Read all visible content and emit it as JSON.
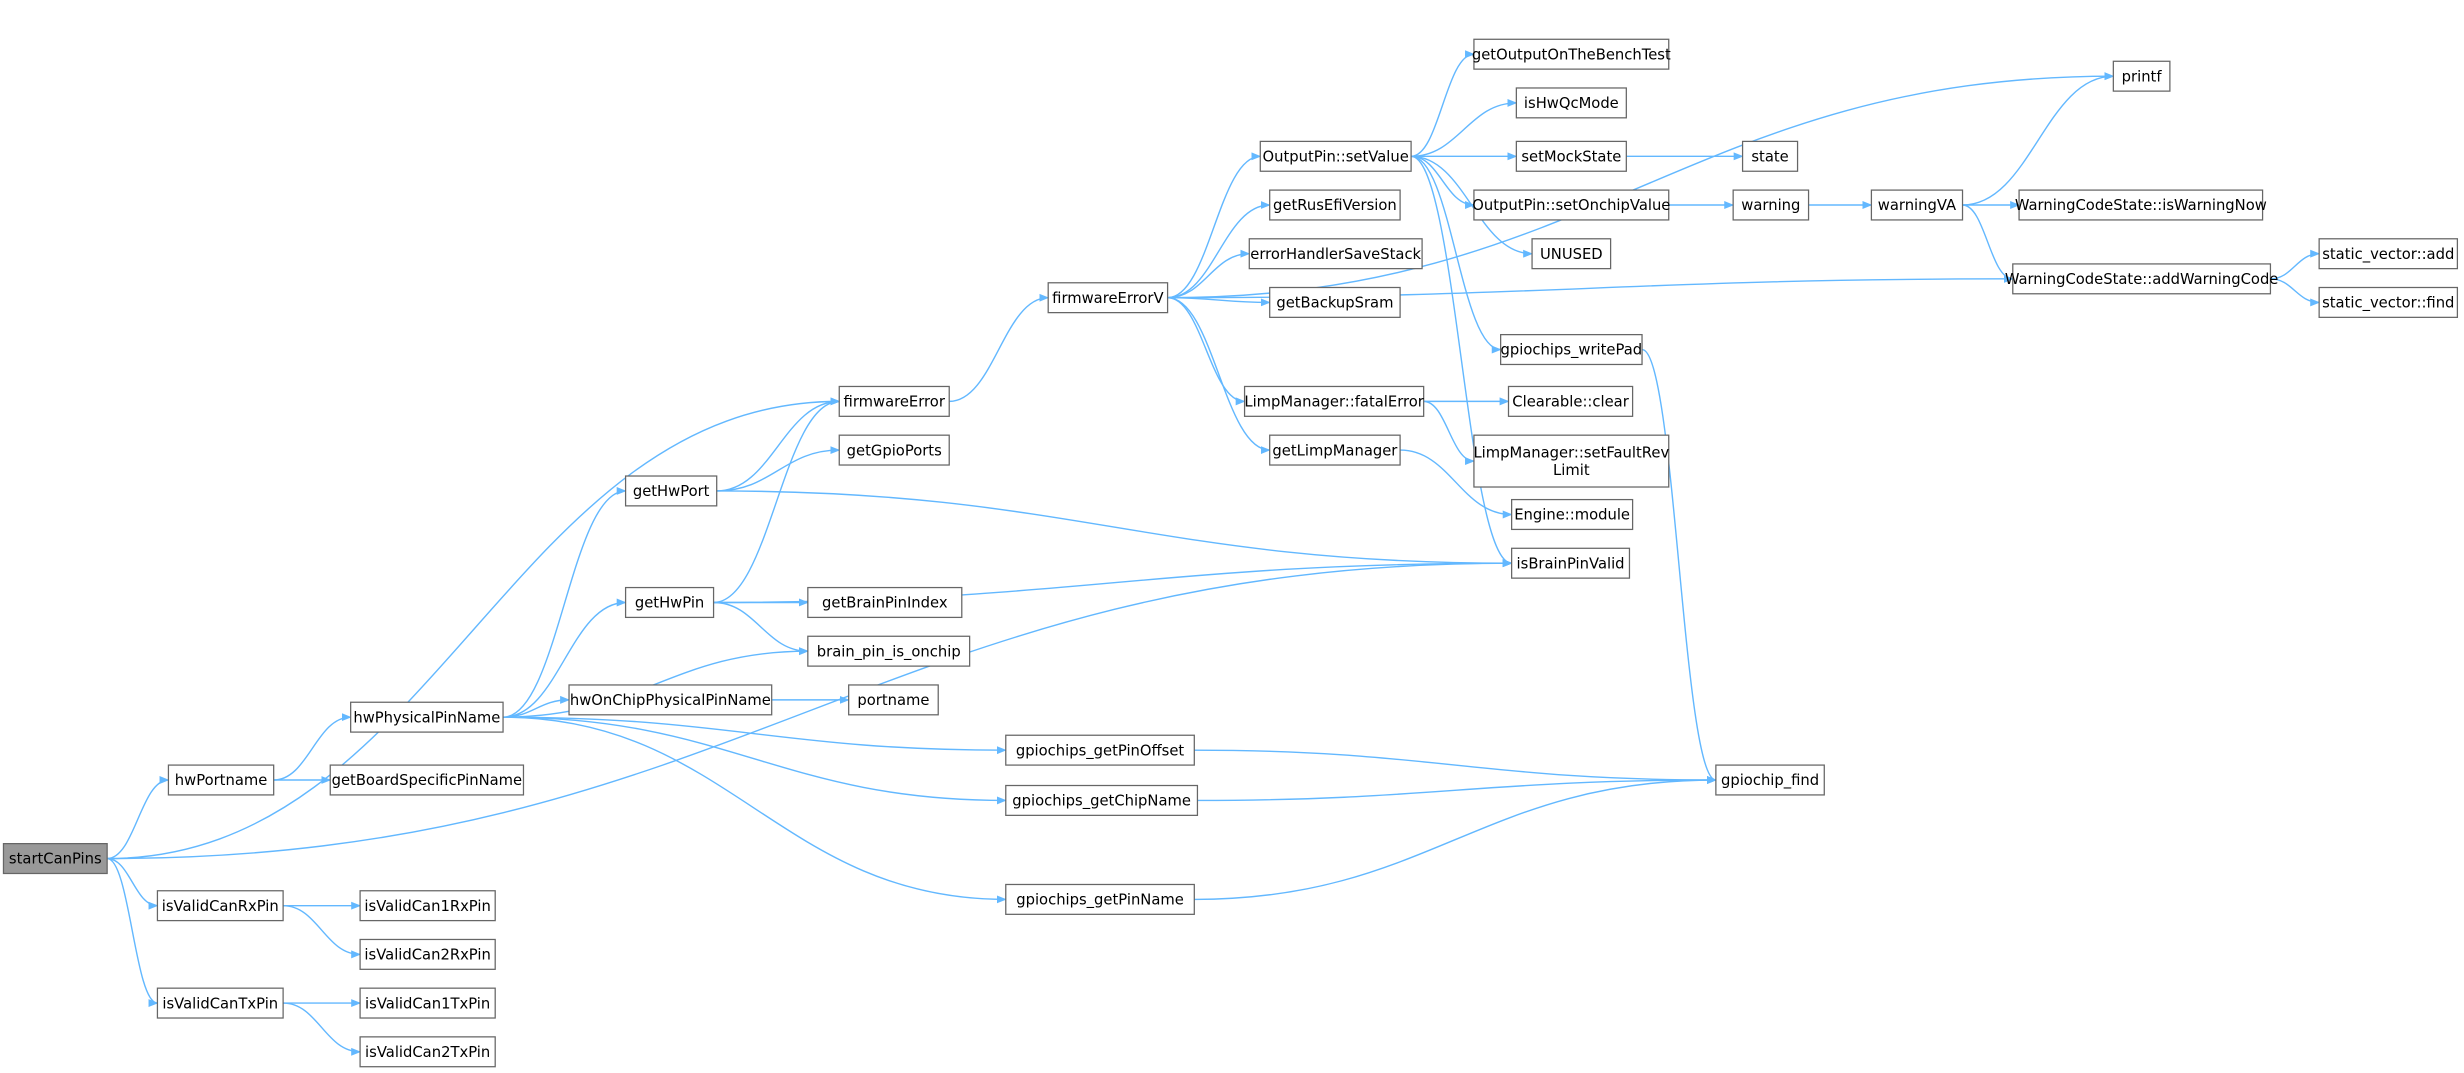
{
  "graph": {
    "root": "startCanPins",
    "nodes": [
      {
        "id": "startCanPins",
        "label": "startCanPins"
      },
      {
        "id": "hwPortname",
        "label": "hwPortname"
      },
      {
        "id": "getBoardSpecificPinName",
        "label": "getBoardSpecificPinName"
      },
      {
        "id": "hwPhysicalPinName",
        "label": "hwPhysicalPinName"
      },
      {
        "id": "isValidCanRxPin",
        "label": "isValidCanRxPin"
      },
      {
        "id": "isValidCan1RxPin",
        "label": "isValidCan1RxPin"
      },
      {
        "id": "isValidCan2RxPin",
        "label": "isValidCan2RxPin"
      },
      {
        "id": "isValidCanTxPin",
        "label": "isValidCanTxPin"
      },
      {
        "id": "isValidCan1TxPin",
        "label": "isValidCan1TxPin"
      },
      {
        "id": "isValidCan2TxPin",
        "label": "isValidCan2TxPin"
      },
      {
        "id": "getHwPort",
        "label": "getHwPort"
      },
      {
        "id": "getHwPin",
        "label": "getHwPin"
      },
      {
        "id": "firmwareError",
        "label": "firmwareError"
      },
      {
        "id": "getGpioPorts",
        "label": "getGpioPorts"
      },
      {
        "id": "getBrainPinIndex",
        "label": "getBrainPinIndex"
      },
      {
        "id": "brain_pin_is_onchip",
        "label": "brain_pin_is_onchip"
      },
      {
        "id": "hwOnChipPhysicalPinName",
        "label": "hwOnChipPhysicalPinName"
      },
      {
        "id": "portname",
        "label": "portname"
      },
      {
        "id": "gpiochips_getPinOffset",
        "label": "gpiochips_getPinOffset"
      },
      {
        "id": "gpiochips_getChipName",
        "label": "gpiochips_getChipName"
      },
      {
        "id": "gpiochips_getPinName",
        "label": "gpiochips_getPinName"
      },
      {
        "id": "firmwareErrorV",
        "label": "firmwareErrorV"
      },
      {
        "id": "OutputPin::setValue",
        "label": "OutputPin::setValue"
      },
      {
        "id": "getRusEfiVersion",
        "label": "getRusEfiVersion"
      },
      {
        "id": "errorHandlerSaveStack",
        "label": "errorHandlerSaveStack"
      },
      {
        "id": "getBackupSram",
        "label": "getBackupSram"
      },
      {
        "id": "LimpManager::fatalError",
        "label": "LimpManager::fatalError"
      },
      {
        "id": "getLimpManager",
        "label": "getLimpManager"
      },
      {
        "id": "getOutputOnTheBenchTest",
        "label": "getOutputOnTheBenchTest"
      },
      {
        "id": "isHwQcMode",
        "label": "isHwQcMode"
      },
      {
        "id": "setMockState",
        "label": "setMockState"
      },
      {
        "id": "state",
        "label": "state"
      },
      {
        "id": "OutputPin::setOnchipValue",
        "label": "OutputPin::setOnchipValue"
      },
      {
        "id": "warning",
        "label": "warning"
      },
      {
        "id": "warningVA",
        "label": "warningVA"
      },
      {
        "id": "WarningCodeState::isWarningNow",
        "label": "WarningCodeState::isWarningNow"
      },
      {
        "id": "UNUSED",
        "label": "UNUSED"
      },
      {
        "id": "WarningCodeState::addWarningCode",
        "label": "WarningCodeState::addWarningCode"
      },
      {
        "id": "static_vector::add",
        "label": "static_vector::add"
      },
      {
        "id": "static_vector::find",
        "label": "static_vector::find"
      },
      {
        "id": "printf",
        "label": "printf"
      },
      {
        "id": "gpiochips_writePad",
        "label": "gpiochips_writePad"
      },
      {
        "id": "Clearable::clear",
        "label": "Clearable::clear"
      },
      {
        "id": "LimpManager::setFaultRevLimit",
        "label": "LimpManager::setFaultRev\nLimit"
      },
      {
        "id": "Engine::module",
        "label": "Engine::module"
      },
      {
        "id": "isBrainPinValid",
        "label": "isBrainPinValid"
      },
      {
        "id": "gpiochip_find",
        "label": "gpiochip_find"
      }
    ],
    "edges": [
      [
        "startCanPins",
        "firmwareError"
      ],
      [
        "startCanPins",
        "hwPortname"
      ],
      [
        "startCanPins",
        "isBrainPinValid"
      ],
      [
        "startCanPins",
        "isValidCanRxPin"
      ],
      [
        "startCanPins",
        "isValidCanTxPin"
      ],
      [
        "hwPortname",
        "hwPhysicalPinName"
      ],
      [
        "hwPortname",
        "getBoardSpecificPinName"
      ],
      [
        "hwPhysicalPinName",
        "getHwPort"
      ],
      [
        "hwPhysicalPinName",
        "getHwPin"
      ],
      [
        "hwPhysicalPinName",
        "brain_pin_is_onchip"
      ],
      [
        "hwPhysicalPinName",
        "hwOnChipPhysicalPinName"
      ],
      [
        "hwPhysicalPinName",
        "gpiochips_getPinOffset"
      ],
      [
        "hwPhysicalPinName",
        "gpiochips_getChipName"
      ],
      [
        "hwPhysicalPinName",
        "gpiochips_getPinName"
      ],
      [
        "isValidCanRxPin",
        "isValidCan1RxPin"
      ],
      [
        "isValidCanRxPin",
        "isValidCan2RxPin"
      ],
      [
        "isValidCanTxPin",
        "isValidCan1TxPin"
      ],
      [
        "isValidCanTxPin",
        "isValidCan2TxPin"
      ],
      [
        "getHwPort",
        "firmwareError"
      ],
      [
        "getHwPort",
        "getGpioPorts"
      ],
      [
        "getHwPort",
        "isBrainPinValid"
      ],
      [
        "getHwPin",
        "firmwareError"
      ],
      [
        "getHwPin",
        "isBrainPinValid"
      ],
      [
        "getHwPin",
        "getBrainPinIndex"
      ],
      [
        "getHwPin",
        "brain_pin_is_onchip"
      ],
      [
        "hwOnChipPhysicalPinName",
        "portname"
      ],
      [
        "gpiochips_getPinOffset",
        "gpiochip_find"
      ],
      [
        "gpiochips_getChipName",
        "gpiochip_find"
      ],
      [
        "gpiochips_getPinName",
        "gpiochip_find"
      ],
      [
        "firmwareError",
        "firmwareErrorV"
      ],
      [
        "firmwareErrorV",
        "printf"
      ],
      [
        "firmwareErrorV",
        "OutputPin::setValue"
      ],
      [
        "firmwareErrorV",
        "getRusEfiVersion"
      ],
      [
        "firmwareErrorV",
        "errorHandlerSaveStack"
      ],
      [
        "firmwareErrorV",
        "getBackupSram"
      ],
      [
        "firmwareErrorV",
        "LimpManager::fatalError"
      ],
      [
        "firmwareErrorV",
        "getLimpManager"
      ],
      [
        "firmwareErrorV",
        "WarningCodeState::addWarningCode"
      ],
      [
        "OutputPin::setValue",
        "getOutputOnTheBenchTest"
      ],
      [
        "OutputPin::setValue",
        "isHwQcMode"
      ],
      [
        "OutputPin::setValue",
        "setMockState"
      ],
      [
        "OutputPin::setValue",
        "OutputPin::setOnchipValue"
      ],
      [
        "OutputPin::setValue",
        "UNUSED"
      ],
      [
        "OutputPin::setValue",
        "gpiochips_writePad"
      ],
      [
        "OutputPin::setValue",
        "isBrainPinValid"
      ],
      [
        "setMockState",
        "state"
      ],
      [
        "OutputPin::setOnchipValue",
        "warning"
      ],
      [
        "warning",
        "warningVA"
      ],
      [
        "warningVA",
        "printf"
      ],
      [
        "warningVA",
        "WarningCodeState::isWarningNow"
      ],
      [
        "warningVA",
        "WarningCodeState::addWarningCode"
      ],
      [
        "WarningCodeState::addWarningCode",
        "static_vector::add"
      ],
      [
        "WarningCodeState::addWarningCode",
        "static_vector::find"
      ],
      [
        "gpiochips_writePad",
        "gpiochip_find"
      ],
      [
        "LimpManager::fatalError",
        "Clearable::clear"
      ],
      [
        "LimpManager::fatalError",
        "LimpManager::setFaultRevLimit"
      ],
      [
        "getLimpManager",
        "Engine::module"
      ]
    ],
    "colors": {
      "edge": "#63b8ff",
      "root_fill": "#999999",
      "node_border": "#666666"
    }
  }
}
